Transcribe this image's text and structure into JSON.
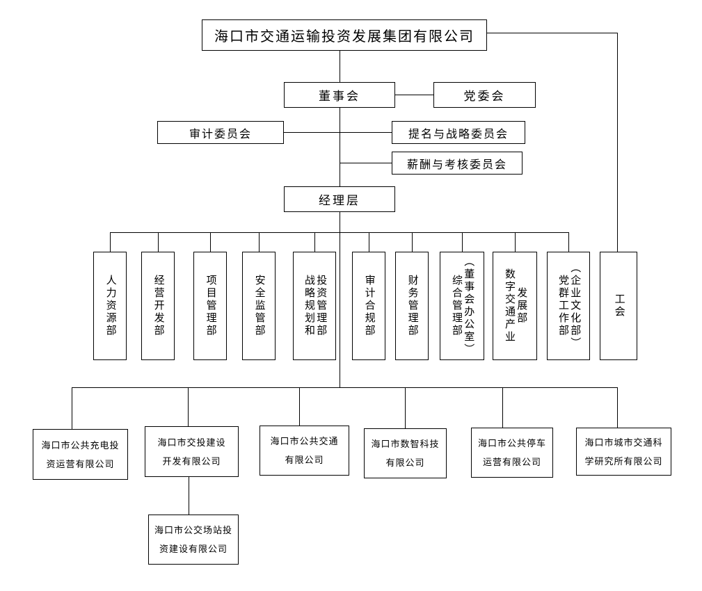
{
  "root": {
    "title": "海口市交通运输投资发展集团有限公司"
  },
  "governance": {
    "board": "董事会",
    "party_committee": "党委会",
    "audit_committee": "审计委员会",
    "nomination_strategy_committee": "提名与战略委员会",
    "compensation_assessment_committee": "薪酬与考核委员会",
    "management": "经理层"
  },
  "departments": [
    {
      "name": "人力资源部",
      "columns": [
        "人力资源部"
      ]
    },
    {
      "name": "经营开发部",
      "columns": [
        "经营开发部"
      ]
    },
    {
      "name": "项目管理部",
      "columns": [
        "项目管理部"
      ]
    },
    {
      "name": "安全监管部",
      "columns": [
        "安全监管部"
      ]
    },
    {
      "name": "战略规划和投资管理部",
      "columns": [
        "战略规划和",
        "投资管理部"
      ]
    },
    {
      "name": "审计合规部",
      "columns": [
        "审计合规部"
      ]
    },
    {
      "name": "财务管理部",
      "columns": [
        "财务管理部"
      ]
    },
    {
      "name": "综合管理部（董事会办公室）",
      "columns": [
        "综合管理部",
        "（董事会办公室）"
      ]
    },
    {
      "name": "数字交通产业发展部",
      "columns": [
        "数字交通产业",
        "发展部"
      ]
    },
    {
      "name": "党群工作部（企业文化部）",
      "columns": [
        "党群工作部",
        "（企业文化部）"
      ]
    },
    {
      "name": "工会",
      "columns": [
        "工会"
      ]
    }
  ],
  "subsidiaries": [
    {
      "name": "海口市公共充电投资运营有限公司",
      "lines": [
        "海口市公共充电投",
        "资运营有限公司"
      ]
    },
    {
      "name": "海口市交投建设开发有限公司",
      "lines": [
        "海口市交投建设",
        "开发有限公司"
      ]
    },
    {
      "name": "海口市公共交通有限公司",
      "lines": [
        "海口市公共交通",
        "有限公司"
      ]
    },
    {
      "name": "海口市数智科技有限公司",
      "lines": [
        "海口市数智科技",
        "有限公司"
      ]
    },
    {
      "name": "海口市公共停车运营有限公司",
      "lines": [
        "海口市公共停车",
        "运营有限公司"
      ]
    },
    {
      "name": "海口市城市交通科学研究所有限公司",
      "lines": [
        "海口市城市交通科",
        "学研究所有限公司"
      ]
    }
  ],
  "sub_subsidiary": {
    "name": "海口市公交场站投资建设有限公司",
    "lines": [
      "海口市公交场站投",
      "资建设有限公司"
    ]
  },
  "colors": {
    "line": "#000000",
    "border": "#000000",
    "background": "#ffffff",
    "text": "#000000"
  }
}
